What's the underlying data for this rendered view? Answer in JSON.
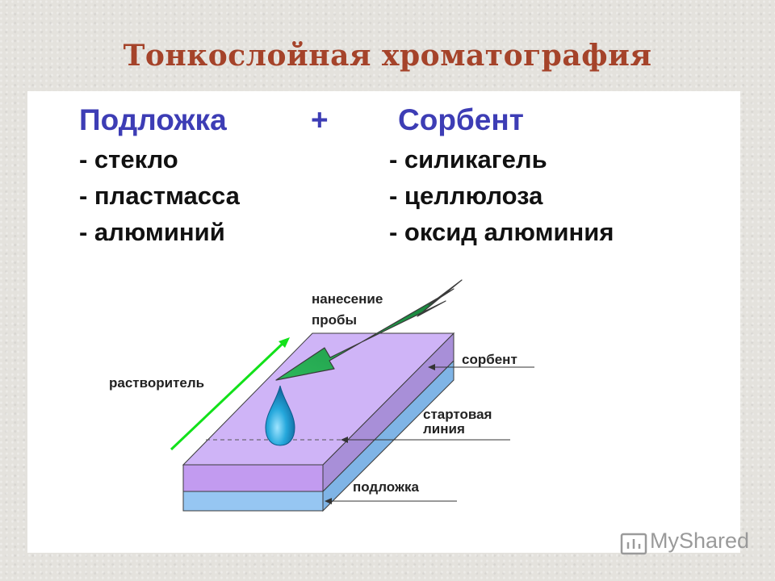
{
  "title": "Тонкослойная хроматография",
  "header": {
    "left": "Подложка",
    "plus": "+",
    "right": "Сорбент"
  },
  "substrates": [
    "- стекло",
    "- пластмасса",
    "- алюминий"
  ],
  "sorbents": [
    "- силикагель",
    "- целлюлоза",
    "- оксид алюминия"
  ],
  "diagram": {
    "sample_label_1": "нанесение",
    "sample_label_2": "пробы",
    "sorbent_label": "сорбент",
    "solvent_label": "растворитель",
    "start_label_1": "стартовая",
    "start_label_2": "линия",
    "substrate_label": "подложка"
  },
  "watermark": "MyShared",
  "colors": {
    "title": "#a5432a",
    "header": "#3d3db5",
    "sorbent_top": "#cfb4f7",
    "sorbent_front": "#c29bf0",
    "substrate": "#96c6f2",
    "arrow_sample": "#1f9e4a",
    "arrow_solvent": "#12e11a",
    "drop": "#1fa3d8"
  }
}
